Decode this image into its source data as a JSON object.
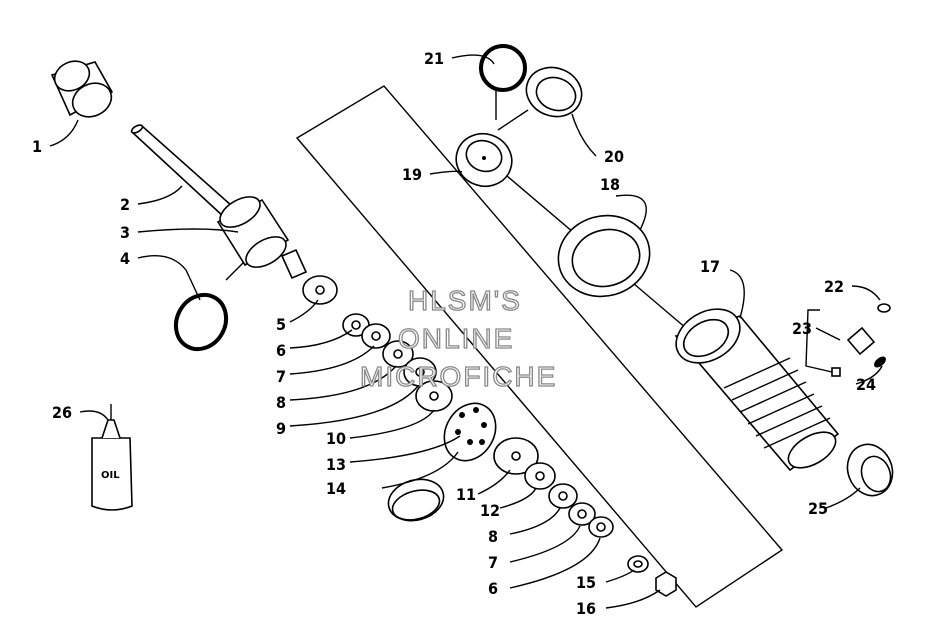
{
  "callouts": [
    "1",
    "2",
    "3",
    "4",
    "5",
    "6",
    "7",
    "8",
    "9",
    "10",
    "11",
    "12",
    "13",
    "14",
    "15",
    "16",
    "17",
    "18",
    "19",
    "20",
    "21",
    "22",
    "23",
    "24",
    "25",
    "26"
  ],
  "second_labels": {
    "n8": "8",
    "n7": "7",
    "n6": "6"
  },
  "bottle_text": "OIL",
  "watermark": [
    "HLSM'S",
    "ONLINE",
    "MICROFICHE"
  ]
}
